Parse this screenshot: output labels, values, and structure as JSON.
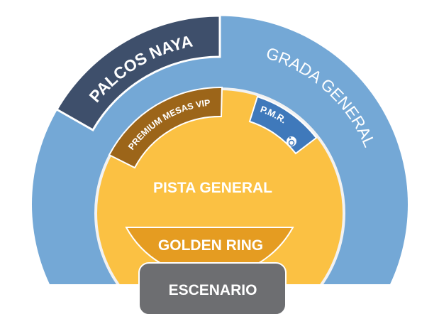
{
  "sections": {
    "palcos": "PALCOS NAYA",
    "grada": "GRADA GENERAL",
    "premium": "PREMIUM MESAS VIP",
    "pmr": "P.M.R.",
    "pista": "PISTA GENERAL",
    "golden": "GOLDEN RING",
    "escenario": "ESCENARIO"
  },
  "colors": {
    "grada": "#74a8d6",
    "palcos": "#3e4f6b",
    "pista": "#fbc143",
    "premium": "#9c6519",
    "pmr": "#3f79bb",
    "golden": "#e59c21",
    "escenario": "#6d6e71"
  }
}
